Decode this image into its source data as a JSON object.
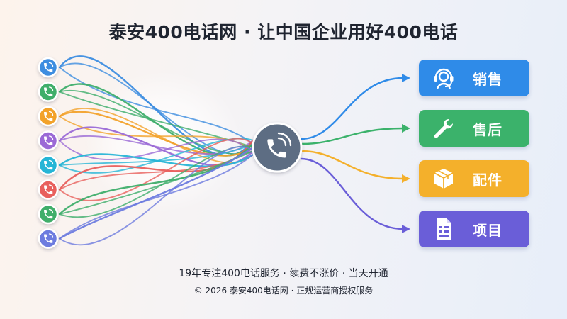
{
  "title": "泰安400电话网 · 让中国企业用好400电话",
  "callers": [
    {
      "color": "#3d8de0",
      "icon": "phone-icon"
    },
    {
      "color": "#3fae6b",
      "icon": "phone-icon"
    },
    {
      "color": "#f2a22c",
      "icon": "phone-icon"
    },
    {
      "color": "#9b6ad6",
      "icon": "phone-icon"
    },
    {
      "color": "#28b5d6",
      "icon": "phone-icon"
    },
    {
      "color": "#e8605d",
      "icon": "phone-icon"
    },
    {
      "color": "#3fae6b",
      "icon": "phone-icon"
    },
    {
      "color": "#6d7bdf",
      "icon": "phone-icon"
    }
  ],
  "hub": {
    "color": "#5d6d83",
    "icon": "phone-ringing-icon"
  },
  "destinations": [
    {
      "label": "销售",
      "color": "#2f8be8",
      "icon": "headset-agent-icon"
    },
    {
      "label": "售后",
      "color": "#3bb26b",
      "icon": "wrench-icon"
    },
    {
      "label": "配件",
      "color": "#f4b02b",
      "icon": "package-box-icon"
    },
    {
      "label": "项目",
      "color": "#6a5ed8",
      "icon": "document-icon"
    }
  ],
  "footer": {
    "tagline": "19年专注400电话服务 · 续费不涨价 · 当天开通",
    "copyright": "© 2026 泰安400电话网 · 正规运营商授权服务"
  }
}
